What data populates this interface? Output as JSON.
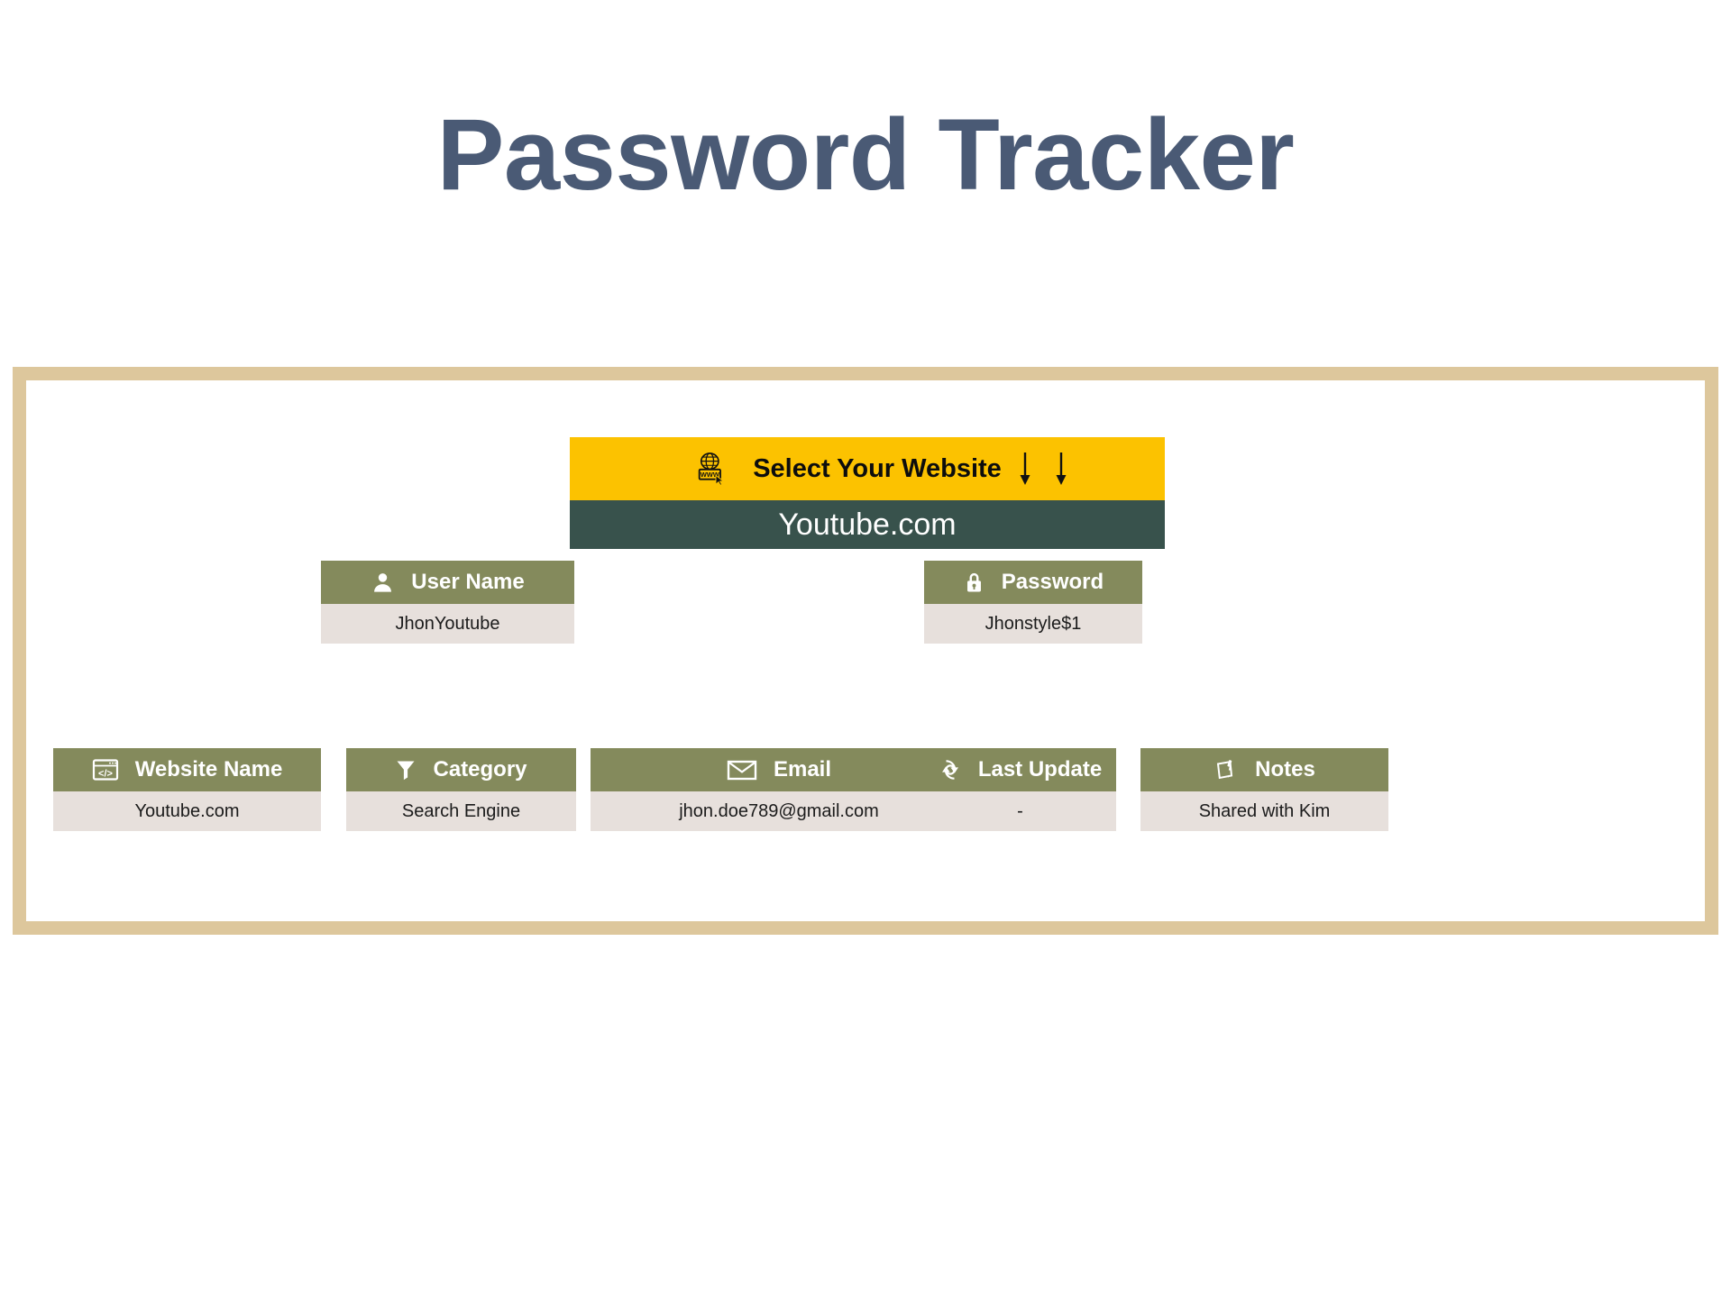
{
  "page": {
    "title": "Password Tracker",
    "title_color": "#4a5a75",
    "frame_color": "#ddc79c",
    "background": "#ffffff"
  },
  "website_selector": {
    "icon": "globe-www-click-icon",
    "label": "Select Your Website",
    "header_color": "#fcc200",
    "value_color": "#38524c",
    "arrow_glyph": "↓",
    "arrows_count": 2,
    "selected_value": "Youtube.com"
  },
  "credentials": [
    {
      "icon": "user-icon",
      "label": "User Name",
      "value": "JhonYoutube"
    },
    {
      "icon": "lock-icon",
      "label": "Password",
      "value": "Jhonstyle$1"
    }
  ],
  "details": [
    {
      "icon": "code-window-icon",
      "label": "Website Name",
      "value": "Youtube.com"
    },
    {
      "icon": "filter-funnel-icon",
      "label": "Category",
      "value": "Search Engine"
    },
    {
      "icon": "envelope-icon",
      "label": "Email",
      "value": "jhon.doe789@gmail.com"
    },
    {
      "icon": "refresh-sync-icon",
      "label": "Last Update",
      "value": "-"
    },
    {
      "icon": "pinned-note-icon",
      "label": "Notes",
      "value": "Shared with Kim"
    }
  ],
  "theme": {
    "header_green": "#848a5c",
    "value_grey": "#e7e0dc",
    "accent_yellow": "#fcc200",
    "dark_teal": "#38524c"
  }
}
